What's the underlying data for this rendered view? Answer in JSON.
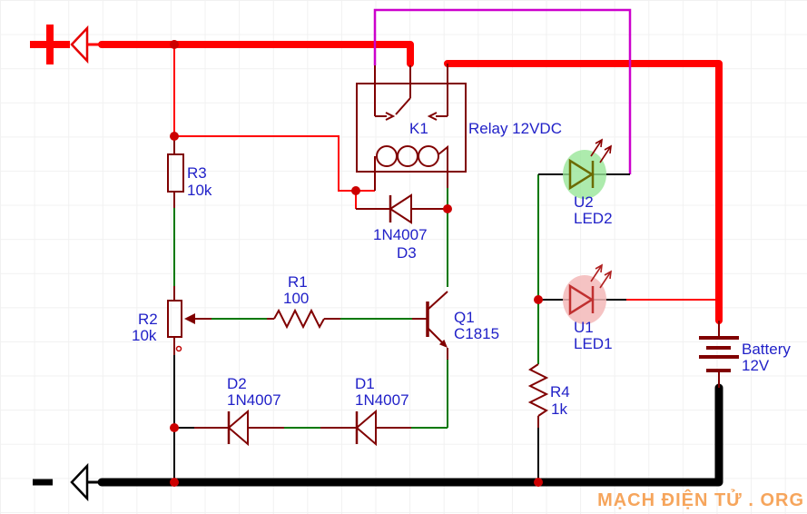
{
  "diagram": {
    "type": "circuit-schematic",
    "description_visible_text_only": true
  },
  "terminals": {
    "positive": "+",
    "negative": "-"
  },
  "components": {
    "r1": {
      "ref": "R1",
      "value": "100"
    },
    "r2": {
      "ref": "R2",
      "value": "10k"
    },
    "r3": {
      "ref": "R3",
      "value": "10k"
    },
    "r4": {
      "ref": "R4",
      "value": "1k"
    },
    "q1": {
      "ref": "Q1",
      "value": "C1815"
    },
    "d1": {
      "ref": "D1",
      "value": "1N4007"
    },
    "d2": {
      "ref": "D2",
      "value": "1N4007"
    },
    "d3": {
      "ref": "D3",
      "value": "1N4007"
    },
    "k1": {
      "ref": "K1",
      "value": "Relay 12VDC"
    },
    "u1": {
      "ref": "U1",
      "value": "LED1"
    },
    "u2": {
      "ref": "U2",
      "value": "LED2"
    },
    "battery": {
      "ref": "Battery",
      "value": "12V"
    }
  },
  "watermark": {
    "text": "MẠCH ĐIỆN TỬ . ORG",
    "color": "#f6a55c"
  },
  "colors": {
    "wire_positive_red": "#ff0000",
    "wire_ground_black": "#000000",
    "wire_signal_green": "#007800",
    "wire_magenta": "#cc00cc",
    "component_body_dark_red": "#800000",
    "label_text_blue": "#2121c8",
    "junction_dot_red": "#cc0000",
    "led2_highlight_green": "#98e698",
    "led2_symbol_olive": "#6b6b00",
    "led1_highlight_pink": "#f3b8b8",
    "led1_symbol_red": "#c03030",
    "grid_gray": "#f1f1f1"
  }
}
